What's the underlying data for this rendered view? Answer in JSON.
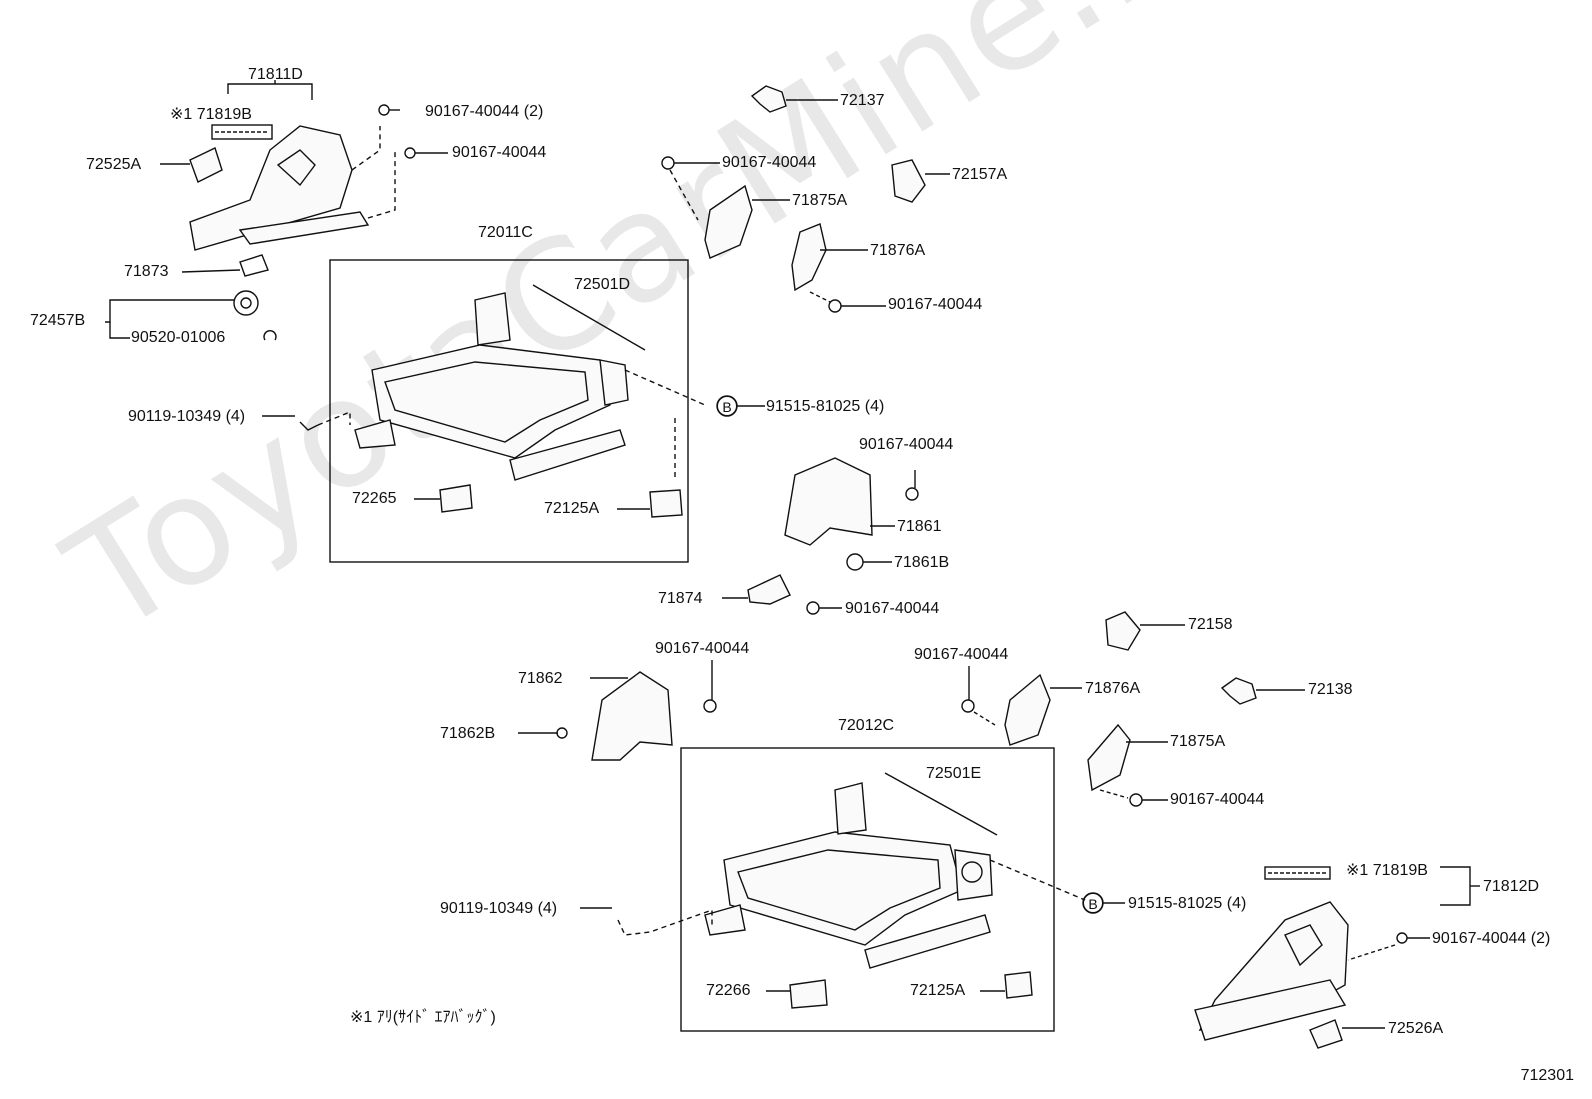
{
  "watermark": "ToyotaCarMine.ru",
  "diagram_code": "712301",
  "note": "※1 ｱﾘ(ｻｲﾄﾞ ｴｱﾊﾞｯｸﾞ)",
  "circle_marker": "B",
  "labels": {
    "p71811D": "71811D",
    "p71819B_top": "※1 71819B",
    "p90167_2_top": "90167-40044 (2)",
    "p90167_a": "90167-40044",
    "p72525A": "72525A",
    "p72011C": "72011C",
    "p72501D": "72501D",
    "p71873": "71873",
    "p72457B": "72457B",
    "p90520": "90520-01006",
    "p90119_top": "90119-10349 (4)",
    "p91515_top": "91515-81025 (4)",
    "p72265": "72265",
    "p72125A_top": "72125A",
    "p72137": "72137",
    "p90167_b": "90167-40044",
    "p72157A": "72157A",
    "p71875A_top": "71875A",
    "p71876A_top": "71876A",
    "p90167_c": "90167-40044",
    "p90167_d": "90167-40044",
    "p71861": "71861",
    "p71861B": "71861B",
    "p71874": "71874",
    "p90167_e": "90167-40044",
    "p72158": "72158",
    "p71862": "71862",
    "p90167_f": "90167-40044",
    "p71862B": "71862B",
    "p90167_g": "90167-40044",
    "p71876A_bot": "71876A",
    "p72138": "72138",
    "p72012C": "72012C",
    "p72501E": "72501E",
    "p71875A_bot": "71875A",
    "p90167_h": "90167-40044",
    "p90119_bot": "90119-10349 (4)",
    "p91515_bot": "91515-81025 (4)",
    "p71819B_bot": "※1 71819B",
    "p71812D": "71812D",
    "p90167_2_bot": "90167-40044 (2)",
    "p72266": "72266",
    "p72125A_bot": "72125A",
    "p72526A": "72526A"
  }
}
